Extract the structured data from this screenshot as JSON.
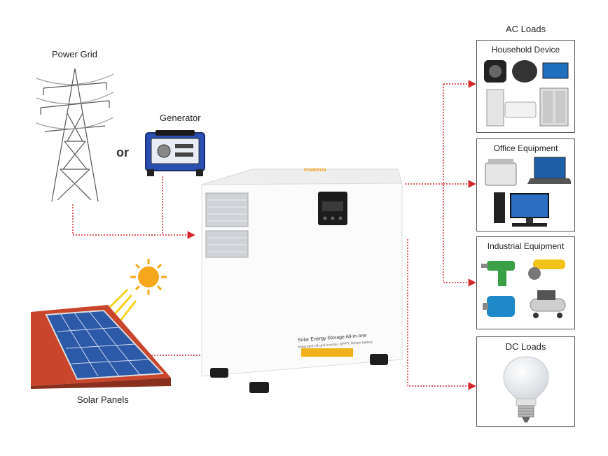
{
  "sources": {
    "grid_label": "Power Grid",
    "or_text": "or",
    "generator_label": "Generator",
    "solar_label": "Solar Panels"
  },
  "unit": {
    "front_text_line1": "Solar Energy Storage All-in-one",
    "front_text_line2": "Integrated off-grid inverter, MPPT, lithium battery",
    "display_brand": "POWERUN"
  },
  "ac_loads": {
    "heading": "AC Loads",
    "groups": [
      {
        "title": "Household Device"
      },
      {
        "title": "Office Equipment"
      },
      {
        "title": "Industrial Equipment"
      }
    ]
  },
  "dc_loads": {
    "title": "DC Loads"
  },
  "colors": {
    "wire": "#d7262c",
    "box_border": "#555555",
    "sun": "#f6a81c",
    "panel": "#2c5aa8",
    "roof": "#c9462c",
    "generator_blue": "#2b4fb0"
  }
}
